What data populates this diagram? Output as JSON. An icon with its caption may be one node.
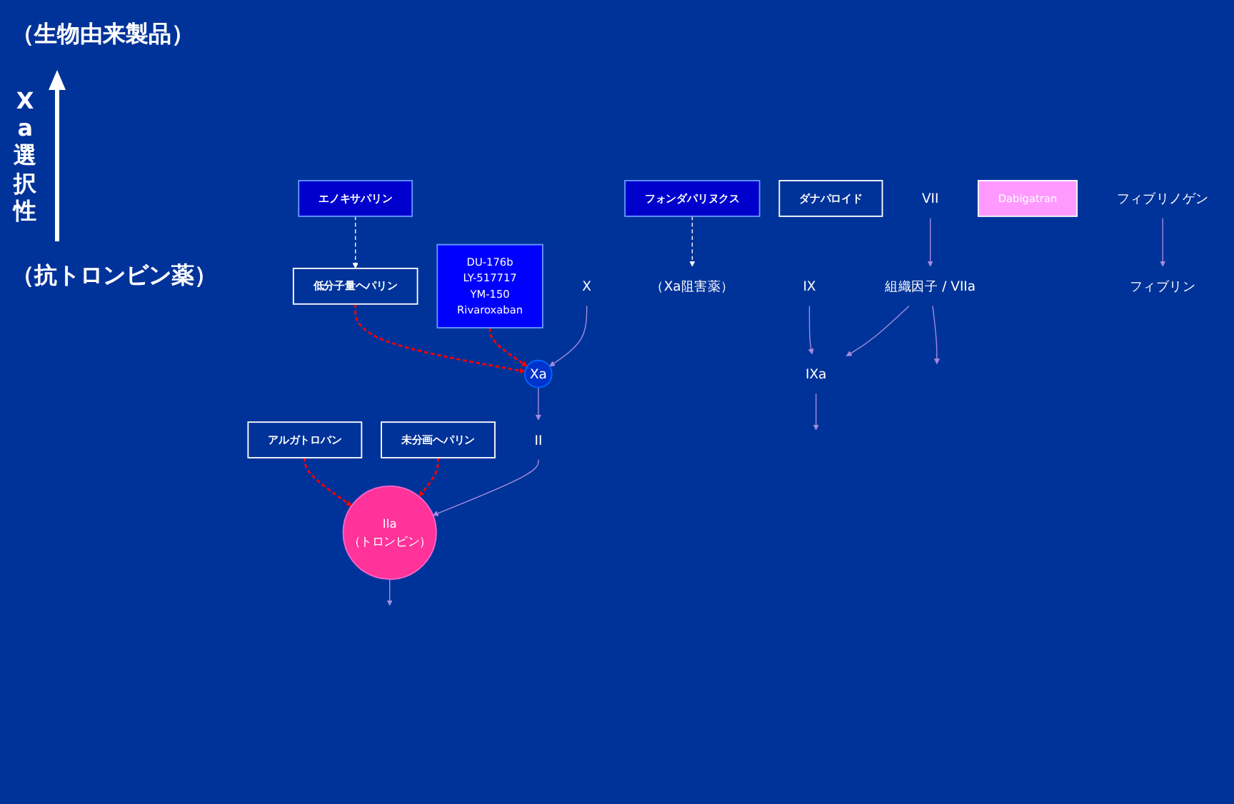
{
  "diagram": {
    "nodes": [
      {
        "text": [
          "VII"
        ]
      },
      {
        "text": [
          "組織因子 / VIIa"
        ]
      },
      {
        "text": [
          "X"
        ]
      },
      {
        "text": [
          "IX"
        ]
      },
      {
        "text": [
          "IXa"
        ]
      },
      {
        "text": [
          "Xa"
        ]
      },
      {
        "text": [
          "フォンダパリヌクス"
        ]
      },
      {
        "text": [
          "（Xa阻害薬）"
        ]
      },
      {
        "text": [
          "DU-176b",
          "LY-517717",
          "YM-150",
          "Rivaroxaban"
        ]
      },
      {
        "text": [
          "ダナパロイド"
        ]
      },
      {
        "text": [
          "低分子量ヘパリン"
        ]
      },
      {
        "text": [
          "未分画ヘパリン"
        ]
      },
      {
        "text": [
          "エノキサパリン"
        ]
      },
      {
        "text": [
          "II"
        ]
      },
      {
        "text": [
          "IIa",
          "（トロンビン）"
        ]
      },
      {
        "text": [
          "アルガトロバン"
        ]
      },
      {
        "text": [
          "Dabigatran"
        ]
      },
      {
        "text": [
          "フィブリノゲン"
        ]
      },
      {
        "text": [
          "フィブリン"
        ]
      }
    ],
    "edges": [
      {
        "from": 0,
        "to": 1,
        "arrow": "to"
      },
      {
        "from": 1,
        "to": null,
        "arrow": "to"
      },
      {
        "from": 1,
        "to": 4,
        "arrow": "to"
      },
      {
        "from": 3,
        "to": 4,
        "arrow": "to"
      },
      {
        "from": 4,
        "to": null,
        "arrow": "to"
      },
      {
        "from": 2,
        "to": 5,
        "arrow": "to"
      },
      {
        "from": 5,
        "to": 13,
        "arrow": "to"
      },
      {
        "from": 13,
        "to": 14,
        "arrow": "to"
      },
      {
        "from": 14,
        "to": null,
        "arrow": "to"
      },
      {
        "from": 17,
        "to": 18,
        "arrow": "to"
      },
      {
        "from": 6,
        "to": 7,
        "arrow": "to",
        "style": "dashed",
        "color": "#ffffff"
      },
      {
        "from": 12,
        "to": 10,
        "arrow": "to",
        "style": "dashed",
        "color": "#ffffff"
      },
      {
        "from": 8,
        "to": 5,
        "arrow": "to",
        "style": "dashed",
        "color": "#ff0000"
      },
      {
        "from": 10,
        "to": 5,
        "arrow": "to",
        "style": "dashed",
        "color": "#ff0000"
      },
      {
        "from": 11,
        "to": 14,
        "arrow": "to",
        "style": "dashed",
        "color": "#ff0000"
      },
      {
        "from": 15,
        "to": 14,
        "arrow": "to",
        "style": "dashed",
        "color": "#ff0000"
      }
    ],
    "labels": [
      "（生物由来製品）",
      "Xa選択性",
      "（抗トロンビン薬）"
    ]
  }
}
